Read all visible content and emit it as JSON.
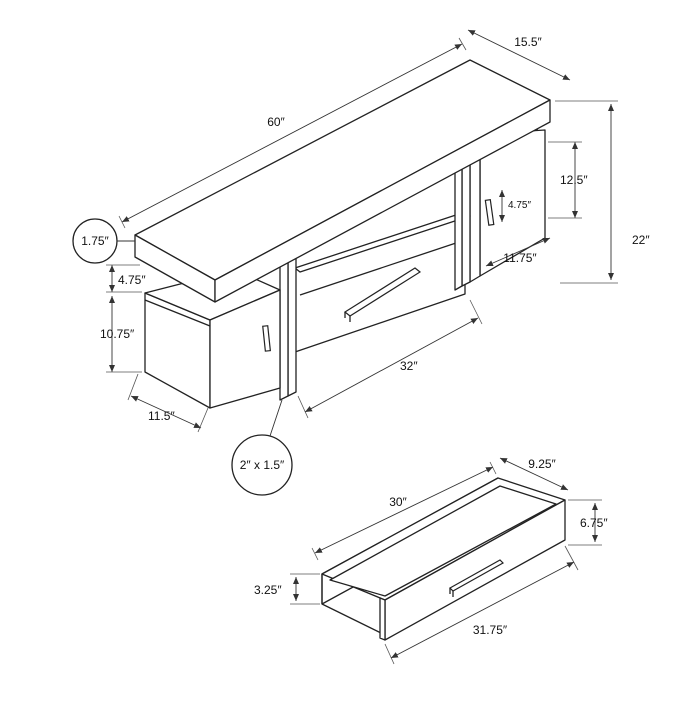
{
  "dimensions": {
    "width": "60″",
    "depth": "15.5″",
    "top_thickness": "1.75″",
    "height": "22″",
    "right_upper": "12.5″",
    "right_handle": "4.75″",
    "right_depth": "11.75″",
    "left_gap": "4.75″",
    "left_height": "10.75″",
    "left_depth": "11.5″",
    "leg": "2″ x 1.5″",
    "center_opening": "32″",
    "drawer_width": "30″",
    "drawer_depth": "9.25″",
    "drawer_front_height": "6.75″",
    "drawer_side_height": "3.25″",
    "drawer_front_width": "31.75″"
  },
  "colors": {
    "line": "#222222",
    "background": "#ffffff"
  }
}
